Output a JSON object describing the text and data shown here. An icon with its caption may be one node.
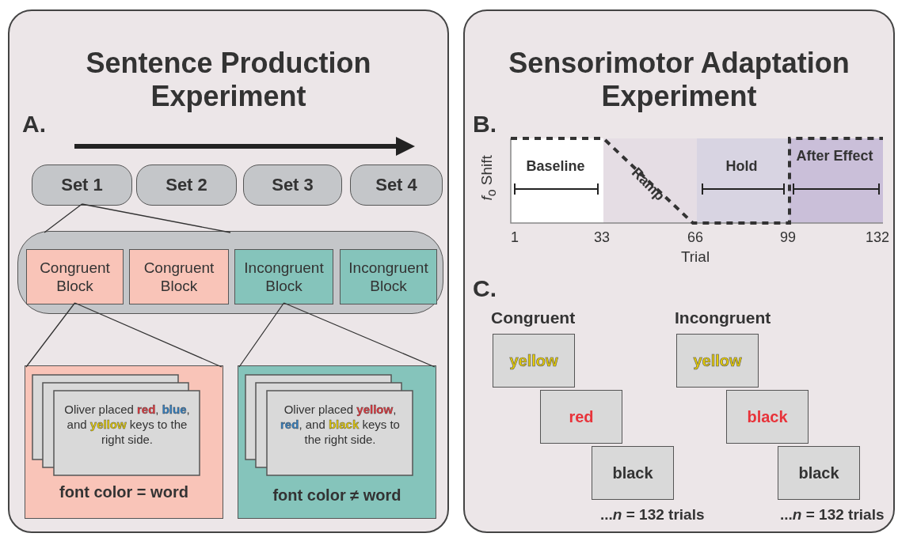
{
  "diagram": {
    "nodes": [
      {
        "text": [
          "Sentence Production Experiment"
        ]
      },
      {
        "text": [
          "Set 1"
        ],
        "in": 0
      },
      {
        "text": [
          "Set 2"
        ],
        "in": 0
      },
      {
        "text": [
          "Set 3"
        ],
        "in": 0
      },
      {
        "text": [
          "Set 4"
        ],
        "in": 0
      },
      {
        "text": [],
        "shape": "box",
        "in": 0
      },
      {
        "text": [
          "Congruent Block"
        ],
        "in": 5
      },
      {
        "text": [
          "Congruent Block"
        ],
        "in": 5
      },
      {
        "text": [
          "Incongruent Block"
        ],
        "in": 5
      },
      {
        "text": [
          "Incongruent Block"
        ],
        "in": 5
      },
      {
        "text": [
          "font color = word"
        ],
        "in": 0
      },
      {
        "text": [
          "Oliver placed **red**, **blue**, and **yellow** keys to the right side."
        ],
        "in": 10
      },
      {
        "text": [
          "font color ≠ word"
        ],
        "in": 0
      },
      {
        "text": [
          "Oliver placed **yellow**, **red**, and **black** keys to the right side."
        ],
        "in": 12
      },
      {
        "text": [
          "Sensorimotor Adaptation Experiment"
        ]
      },
      {
        "text": [
          "yellow"
        ],
        "in": 14
      },
      {
        "text": [
          "red"
        ],
        "in": 14
      },
      {
        "text": [
          "black"
        ],
        "in": 14
      },
      {
        "text": [
          "yellow"
        ],
        "in": 14
      },
      {
        "text": [
          "black"
        ],
        "in": 14
      },
      {
        "text": [
          "black"
        ],
        "in": 14
      }
    ],
    "edges": [
      {
        "from": 1,
        "to": 5,
        "arrow": "none"
      },
      {
        "from": 6,
        "to": 10,
        "arrow": "none"
      },
      {
        "from": 8,
        "to": 12,
        "arrow": "none"
      }
    ],
    "labels": [
      "A.",
      "B.",
      "Baseline",
      "Ramp",
      "Hold",
      "After Effect",
      "*f*$_{o}$ Shift",
      "1",
      "33",
      "66",
      "99",
      "132",
      "Trial",
      "C.",
      "Congruent",
      "Incongruent",
      "...*n* = 132 trials",
      "...*n* = 132 trials"
    ]
  }
}
